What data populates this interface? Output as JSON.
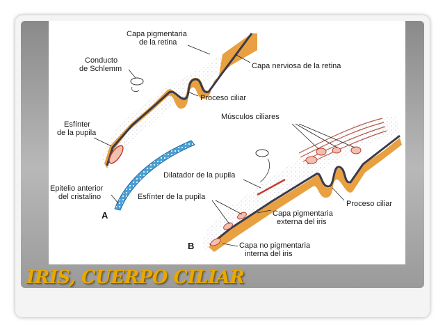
{
  "slide": {
    "title": "IRIS, CUERPO CILIAR"
  },
  "figure": {
    "panel_a": {
      "letter": "A",
      "labels": {
        "capa_pigmentaria_1": "Capa pigmentaria",
        "capa_pigmentaria_2": "de la retina",
        "conducto_1": "Conducto",
        "conducto_2": "de Schlemm",
        "capa_nerviosa": "Capa nerviosa de la retina",
        "proceso_ciliar": "Proceso ciliar",
        "esfinter_1": "Esfínter",
        "esfinter_2": "de la pupila",
        "epitelio_1": "Epitelio anterior",
        "epitelio_2": "del cristalino"
      }
    },
    "panel_b": {
      "letter": "B",
      "labels": {
        "musculos_ciliares": "Músculos ciliares",
        "dilatador": "Dilatador de la pupila",
        "esfinter": "Esfínter de la pupila",
        "proceso_ciliar": "Proceso ciliar",
        "capa_pig_ext_1": "Capa pigmentaria",
        "capa_pig_ext_2": "externa del iris",
        "capa_no_pig_1": "Capa no pigmentaria",
        "capa_no_pig_2": "interna del iris"
      }
    },
    "colors": {
      "orange": "#e8a040",
      "dark_layer": "#3a3a4a",
      "blue_lens": "#4aa0d8",
      "red_muscle": "#c04030",
      "stipple": "#b0b0c0"
    }
  }
}
